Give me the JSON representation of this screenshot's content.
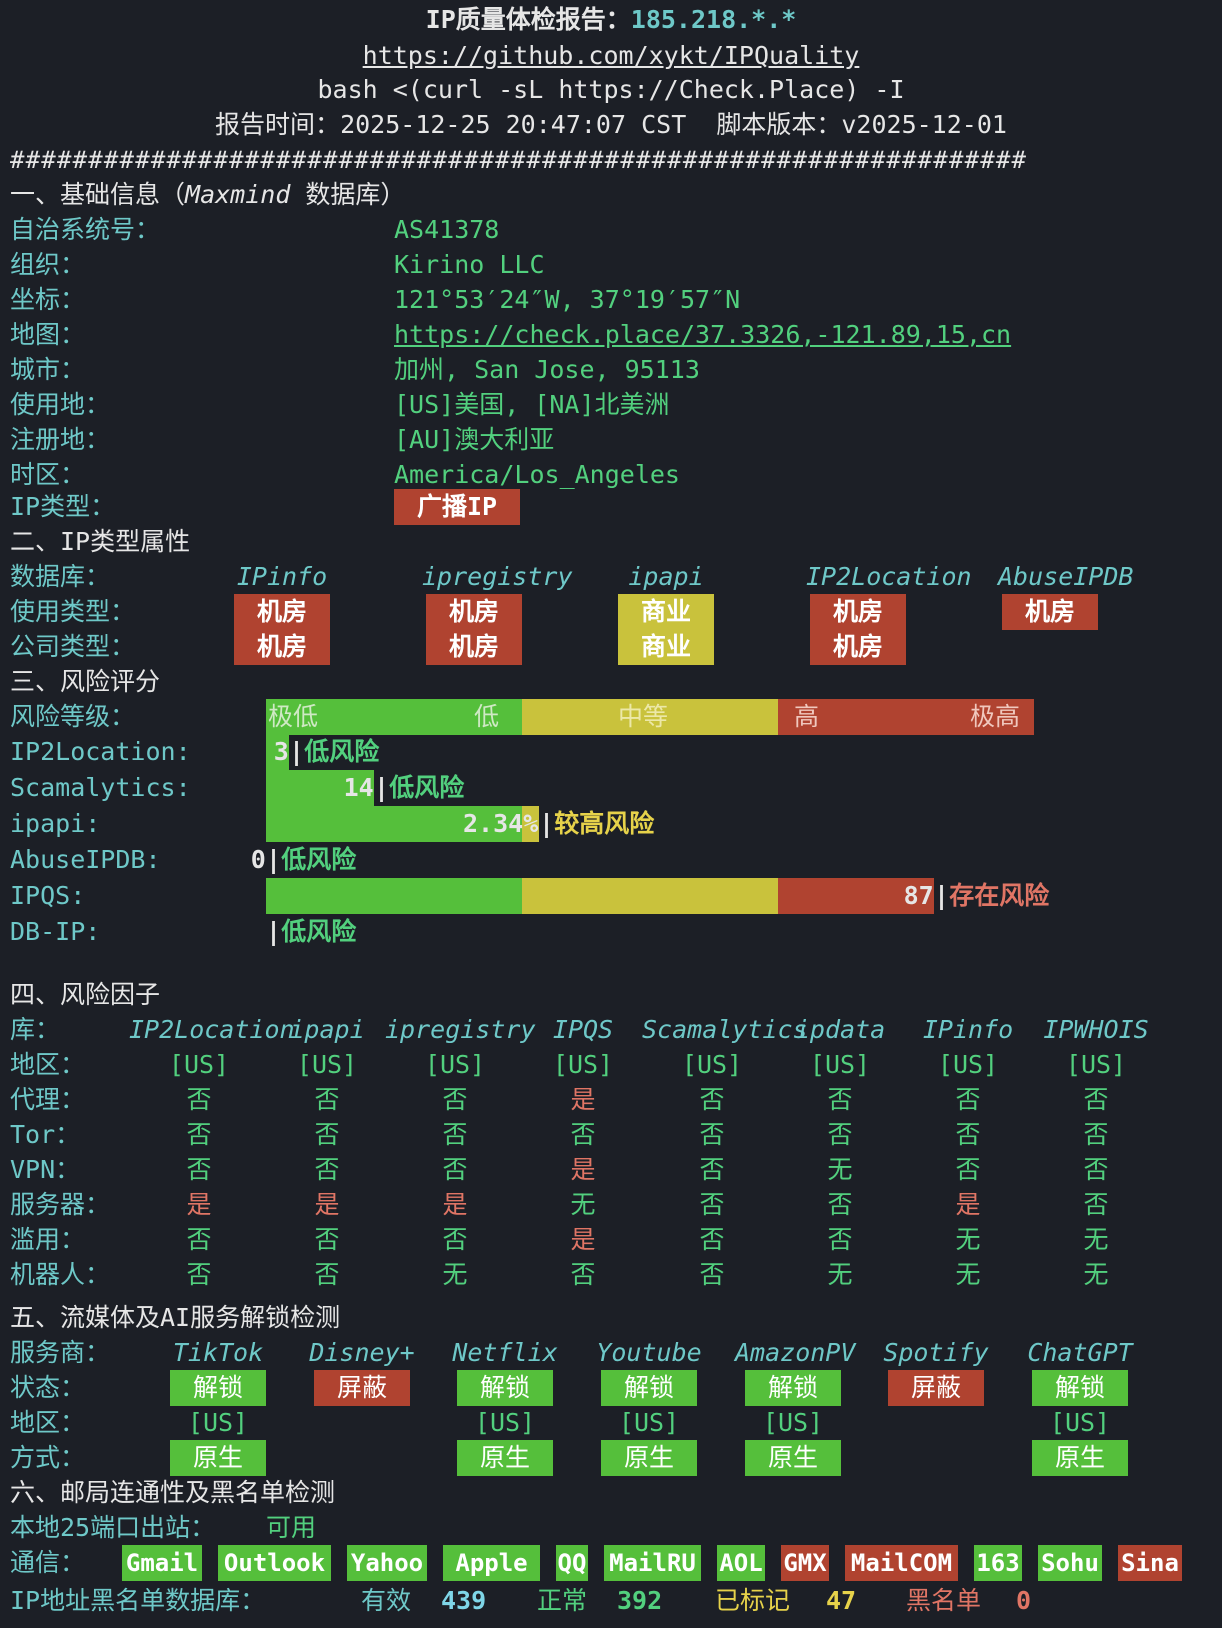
{
  "colors": {
    "background": "#1c1f26",
    "cyan": "#6ec8c8",
    "green": "#52d07e",
    "red": "#e07565",
    "yellow": "#e6d24a",
    "bg_red": "#b04330",
    "bg_yellow": "#c9c23c",
    "bg_green": "#55bf3b"
  },
  "header": {
    "title_prefix": "IP质量体检报告：",
    "ip": "185.218.*.*",
    "repo_url": "https://github.com/xykt/IPQuality",
    "command": "bash <(curl -sL https://Check.Place) -I",
    "time_label": "报告时间：",
    "time_value": "2025-12-25 20:47:07 CST",
    "version_label": "脚本版本：",
    "version_value": "v2025-12-01",
    "separator": "#################################################################"
  },
  "basic": {
    "title_a": "一、基础信息（",
    "title_b": "Maxmind",
    "title_c": " 数据库）",
    "rows": [
      {
        "label": "自治系统号：",
        "value": "AS41378"
      },
      {
        "label": "组织：",
        "value": "Kirino LLC"
      },
      {
        "label": "坐标：",
        "value": "121°53′24″W, 37°19′57″N"
      },
      {
        "label": "地图：",
        "value": "https://check.place/37.3326,-121.89,15,cn"
      },
      {
        "label": "城市：",
        "value": "加州, San Jose, 95113"
      },
      {
        "label": "使用地：",
        "value": "[US]美国, [NA]北美洲"
      },
      {
        "label": "注册地：",
        "value": "[AU]澳大利亚"
      },
      {
        "label": "时区：",
        "value": "America/Los_Angeles"
      }
    ],
    "ip_type_label": "IP类型：",
    "ip_type_value": "广播IP"
  },
  "types": {
    "title": "二、IP类型属性",
    "db_label": "数据库：",
    "use_label": "使用类型：",
    "company_label": "公司类型：",
    "columns": [
      {
        "name": "IPinfo",
        "use": "机房",
        "use_color": "red",
        "company": "机房",
        "company_color": "red"
      },
      {
        "name": "ipregistry",
        "use": "机房",
        "use_color": "red",
        "company": "机房",
        "company_color": "red"
      },
      {
        "name": "ipapi",
        "use": "商业",
        "use_color": "yellow",
        "company": "商业",
        "company_color": "yellow"
      },
      {
        "name": "IP2Location",
        "use": "机房",
        "use_color": "red",
        "company": "机房",
        "company_color": "red"
      },
      {
        "name": "AbuseIPDB",
        "use": "机房",
        "use_color": "red",
        "company": "",
        "company_color": ""
      }
    ]
  },
  "risk": {
    "title": "三、风险评分",
    "level_label": "风险等级：",
    "scale": {
      "very_low": "极低",
      "low": "低",
      "medium": "中等",
      "high": "高",
      "very_high": "极高"
    },
    "rows": [
      {
        "label": "IP2Location:",
        "score": "3",
        "score_fraction": 0.03,
        "level": "低风险",
        "color": "green"
      },
      {
        "label": "Scamalytics:",
        "score": "14",
        "score_fraction": 0.14,
        "level": "低风险",
        "color": "green"
      },
      {
        "label": "ipapi:",
        "score": "2.34%",
        "score_fraction": 0.355,
        "level": "较高风险",
        "color": "yellow"
      },
      {
        "label": "AbuseIPDB:",
        "score": "0",
        "score_fraction": 0.0,
        "level": "低风险",
        "color": "green"
      },
      {
        "label": "IPQS:",
        "score": "87",
        "score_fraction": 0.87,
        "level": "存在风险",
        "color": "red"
      },
      {
        "label": "DB-IP:",
        "score": "",
        "score_fraction": 0.0,
        "level": "低风险",
        "color": "green"
      }
    ]
  },
  "factors": {
    "title": "四、风险因子",
    "db_label": "库：",
    "dbs": [
      "IP2Location",
      "ipapi",
      "ipregistry",
      "IPQS",
      "Scamalytics",
      "ipdata",
      "IPinfo",
      "IPWHOIS"
    ],
    "rows": [
      {
        "label": "地区：",
        "values": [
          "[US]",
          "[US]",
          "[US]",
          "[US]",
          "[US]",
          "[US]",
          "[US]",
          "[US]"
        ]
      },
      {
        "label": "代理：",
        "values": [
          "否",
          "否",
          "否",
          "是",
          "否",
          "否",
          "否",
          "否"
        ]
      },
      {
        "label": "Tor：",
        "values": [
          "否",
          "否",
          "否",
          "否",
          "否",
          "否",
          "否",
          "否"
        ]
      },
      {
        "label": "VPN：",
        "values": [
          "否",
          "否",
          "否",
          "是",
          "否",
          "无",
          "否",
          "否"
        ]
      },
      {
        "label": "服务器：",
        "values": [
          "是",
          "是",
          "是",
          "无",
          "否",
          "否",
          "是",
          "否"
        ]
      },
      {
        "label": "滥用：",
        "values": [
          "否",
          "否",
          "否",
          "是",
          "否",
          "否",
          "无",
          "无"
        ]
      },
      {
        "label": "机器人：",
        "values": [
          "否",
          "否",
          "无",
          "否",
          "否",
          "无",
          "无",
          "无"
        ]
      }
    ]
  },
  "streaming": {
    "title": "五、流媒体及AI服务解锁检测",
    "provider_label": "服务商：",
    "status_label": "状态：",
    "region_label": "地区：",
    "method_label": "方式：",
    "services": [
      {
        "name": "TikTok",
        "status": "解锁",
        "status_color": "green",
        "region": "[US]",
        "method": "原生"
      },
      {
        "name": "Disney+",
        "status": "屏蔽",
        "status_color": "red",
        "region": "",
        "method": ""
      },
      {
        "name": "Netflix",
        "status": "解锁",
        "status_color": "green",
        "region": "[US]",
        "method": "原生"
      },
      {
        "name": "Youtube",
        "status": "解锁",
        "status_color": "green",
        "region": "[US]",
        "method": "原生"
      },
      {
        "name": "AmazonPV",
        "status": "解锁",
        "status_color": "green",
        "region": "[US]",
        "method": "原生"
      },
      {
        "name": "Spotify",
        "status": "屏蔽",
        "status_color": "red",
        "region": "",
        "method": ""
      },
      {
        "name": "ChatGPT",
        "status": "解锁",
        "status_color": "green",
        "region": "[US]",
        "method": "原生"
      }
    ]
  },
  "mail": {
    "title": "六、邮局连通性及黑名单检测",
    "port_label": "本地25端口出站：",
    "port_value": "可用",
    "comm_label": "通信：",
    "providers": [
      {
        "name": "Gmail",
        "ok": true
      },
      {
        "name": "Outlook",
        "ok": true
      },
      {
        "name": "Yahoo",
        "ok": true
      },
      {
        "name": "Apple",
        "ok": true
      },
      {
        "name": "QQ",
        "ok": true
      },
      {
        "name": "MailRU",
        "ok": true
      },
      {
        "name": "AOL",
        "ok": true
      },
      {
        "name": "GMX",
        "ok": false
      },
      {
        "name": "MailCOM",
        "ok": false
      },
      {
        "name": "163",
        "ok": true
      },
      {
        "name": "Sohu",
        "ok": true
      },
      {
        "name": "Sina",
        "ok": false
      }
    ],
    "blacklist_label": "IP地址黑名单数据库：",
    "valid_label": "有效",
    "valid_value": "439",
    "normal_label": "正常",
    "normal_value": "392",
    "marked_label": "已标记",
    "marked_value": "47",
    "black_label": "黑名单",
    "black_value": "0"
  }
}
